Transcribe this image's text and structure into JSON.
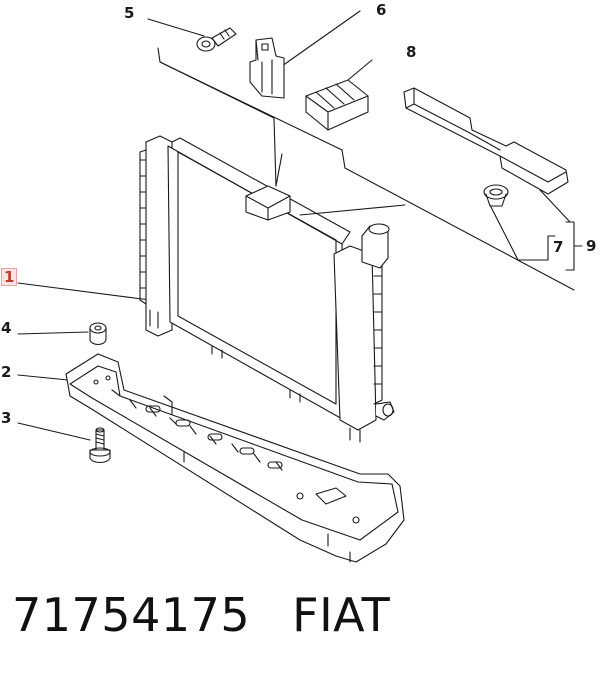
{
  "callouts": {
    "c1": "1",
    "c2": "2",
    "c3": "3",
    "c4": "4",
    "c5": "5",
    "c6": "6",
    "c7": "7",
    "c8": "8",
    "c9": "9"
  },
  "footer": {
    "part_number": "71754175",
    "brand": "FIAT"
  },
  "colors": {
    "line": "#1a1a1a",
    "highlight_box": "#fbe3e3",
    "highlight_border": "#e9a3a3"
  }
}
